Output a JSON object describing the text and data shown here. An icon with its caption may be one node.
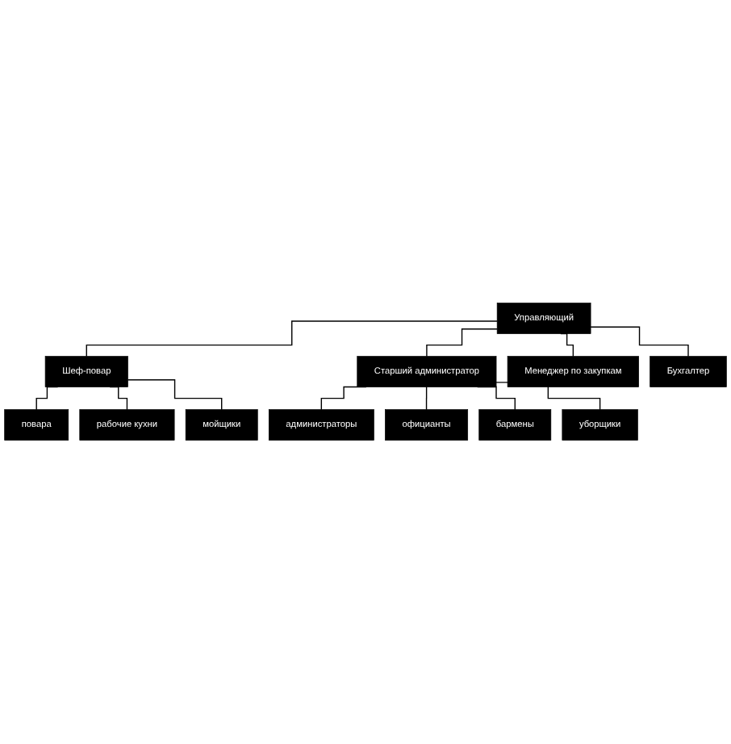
{
  "diagram": {
    "nodes": [
      {
        "text": [
          "Управляющий"
        ]
      },
      {
        "text": [
          "Шеф-повар"
        ]
      },
      {
        "text": [
          "Старший администратор"
        ]
      },
      {
        "text": [
          "Менеджер по закупкам"
        ]
      },
      {
        "text": [
          "Бухгалтер"
        ]
      },
      {
        "text": [
          "повара"
        ]
      },
      {
        "text": [
          "рабочие кухни"
        ]
      },
      {
        "text": [
          "мойщики"
        ]
      },
      {
        "text": [
          "администраторы"
        ]
      },
      {
        "text": [
          "официанты"
        ]
      },
      {
        "text": [
          "бармены"
        ]
      },
      {
        "text": [
          "уборщики"
        ]
      }
    ],
    "edges": [
      {
        "from": 0,
        "to": 1,
        "arrow": "none"
      },
      {
        "from": 0,
        "to": 2,
        "arrow": "none"
      },
      {
        "from": 0,
        "to": 3,
        "arrow": "none"
      },
      {
        "from": 0,
        "to": 4,
        "arrow": "none"
      },
      {
        "from": 1,
        "to": 5,
        "arrow": "none"
      },
      {
        "from": 1,
        "to": 6,
        "arrow": "none"
      },
      {
        "from": 1,
        "to": 7,
        "arrow": "none"
      },
      {
        "from": 2,
        "to": 8,
        "arrow": "none"
      },
      {
        "from": 2,
        "to": 9,
        "arrow": "none"
      },
      {
        "from": 2,
        "to": 10,
        "arrow": "none"
      },
      {
        "from": 2,
        "to": 11,
        "arrow": "none"
      }
    ]
  }
}
